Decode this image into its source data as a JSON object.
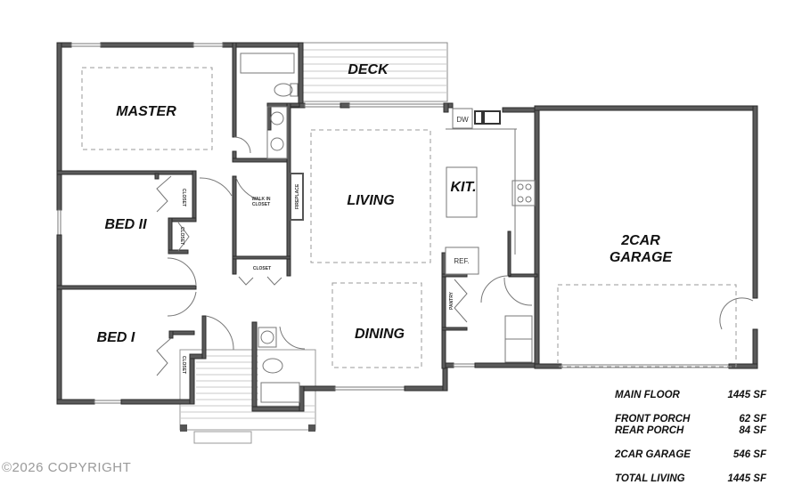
{
  "rooms": {
    "master": "MASTER",
    "deck": "DECK",
    "living": "LIVING",
    "kitchen": "KIT.",
    "bed2": "BED II",
    "bed1": "BED I",
    "dining": "DINING",
    "garage_line1": "2CAR",
    "garage_line2": "GARAGE"
  },
  "small_labels": {
    "closet": "CLOSET",
    "walk_in_closet_line1": "WALK IN",
    "walk_in_closet_line2": "CLOSET",
    "fireplace": "FIREPLACE",
    "pantry": "PANTRY",
    "dishwasher": "DW",
    "refrigerator": "REF."
  },
  "square_footage": [
    {
      "label": "MAIN FLOOR",
      "value": "1445 SF"
    },
    {
      "label": "FRONT PORCH",
      "value": "62 SF"
    },
    {
      "label": "REAR PORCH",
      "value": "84 SF"
    },
    {
      "label": "2CAR GARAGE",
      "value": "546 SF"
    },
    {
      "label": "TOTAL LIVING",
      "value": "1445 SF"
    }
  ],
  "copyright": "©2026 COPYRIGHT",
  "colors": {
    "wall": "#5a5a5a",
    "text": "#111111",
    "copyright": "#9a9a9a"
  }
}
